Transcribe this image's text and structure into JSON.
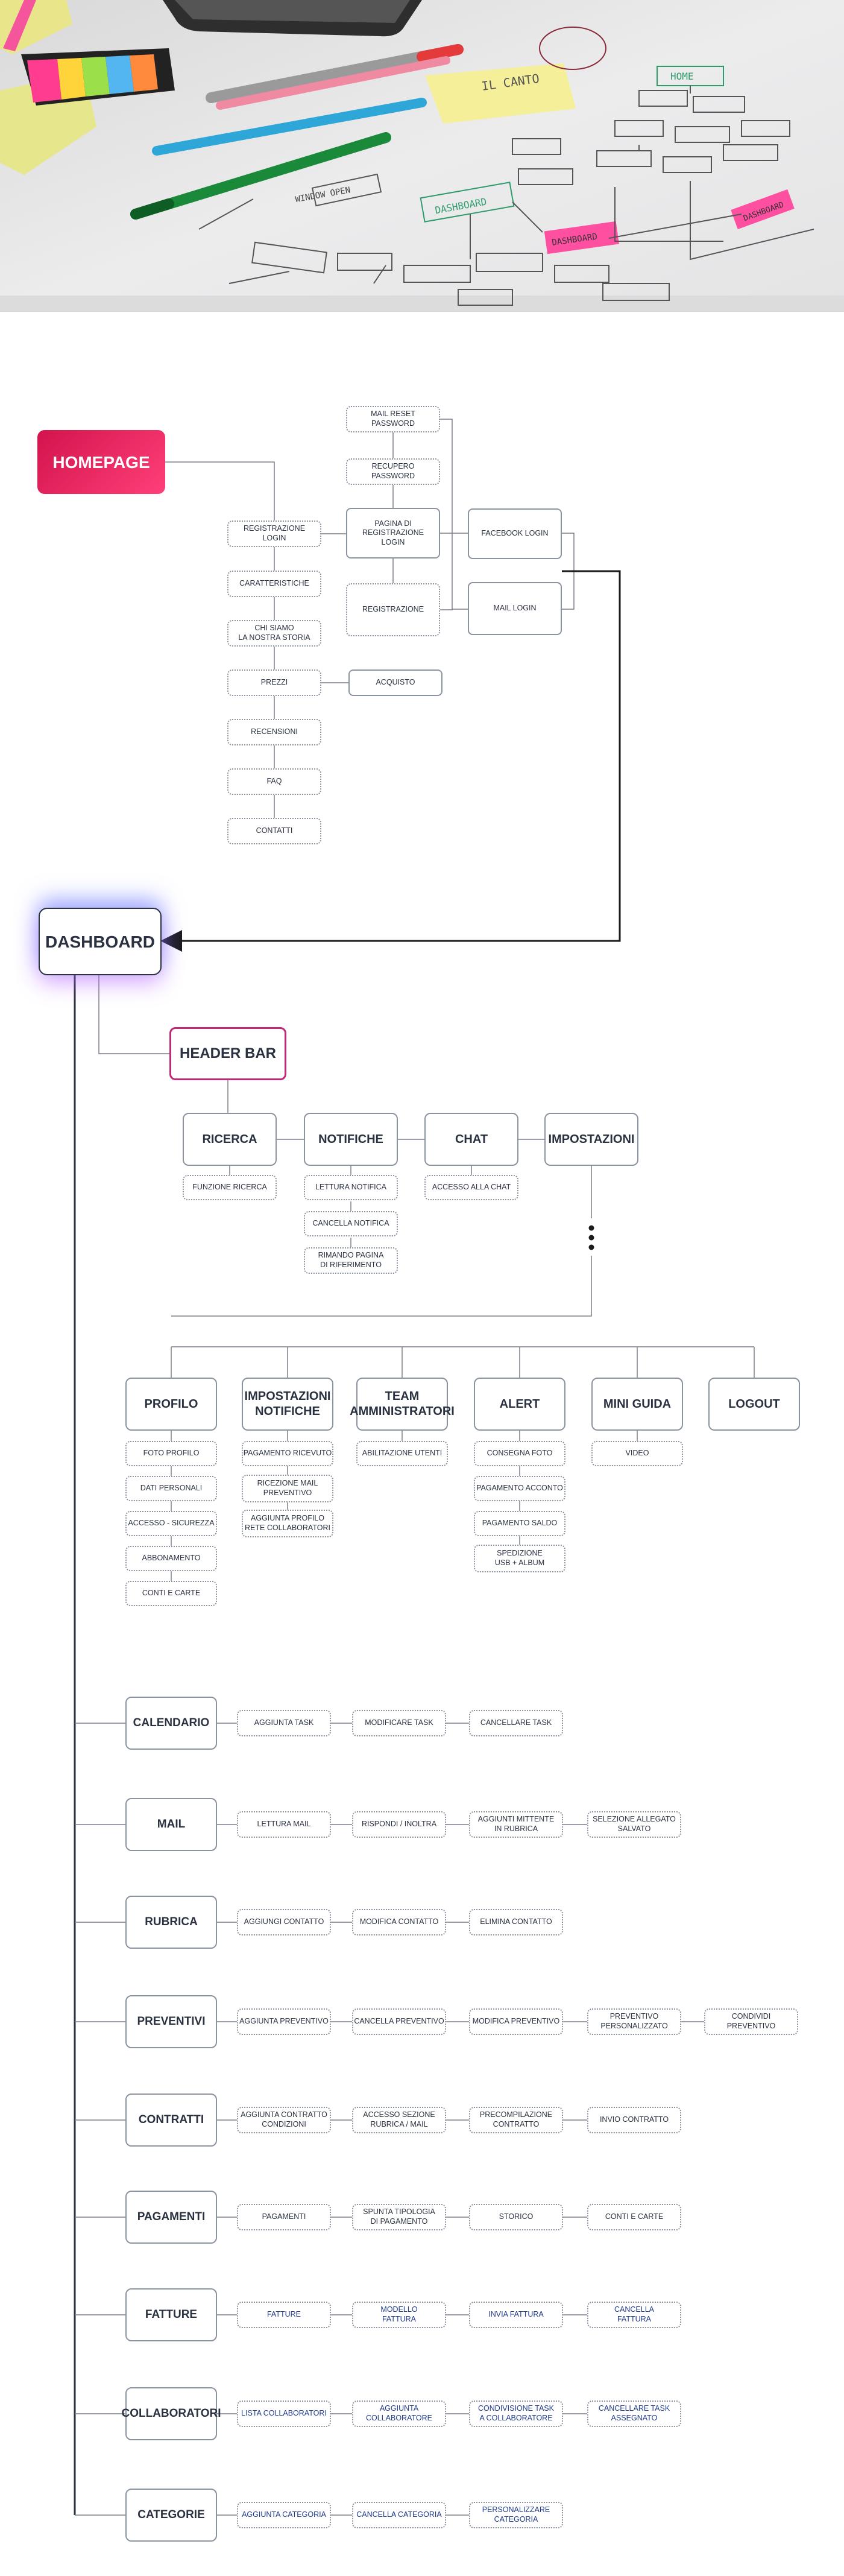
{
  "hero": {
    "sticky_note_text": "IL CANTO",
    "flowchart_labels": [
      "HOME",
      "DASHBOARD",
      "DASHBOARD",
      "WINDOW OPEN",
      "DASHBOARD"
    ],
    "colors": {
      "paper": "#ebebec",
      "pink_note": "#ff4fa0",
      "yellow_note": "#f5ef9a",
      "green_ink": "#2f9b6c"
    }
  },
  "homepage": {
    "title": "HOMEPAGE",
    "left_column": [
      "REGISTRAZIONE\nLOGIN",
      "CARATTERISTICHE",
      "CHI SIAMO\nLA NOSTRA STORIA",
      "PREZZI",
      "RECENSIONI",
      "FAQ",
      "CONTATTI"
    ],
    "login_column": [
      "MAIL RESET\nPASSWORD",
      "RECUPERO\nPASSWORD",
      "PAGINA DI\nREGISTRAZIONE\nLOGIN",
      "REGISTRAZIONE"
    ],
    "prezzi_child": "ACQUISTO",
    "auth_options": [
      "FACEBOOK LOGIN",
      "MAIL LOGIN"
    ]
  },
  "dashboard": {
    "title": "DASHBOARD",
    "header_bar": "HEADER BAR",
    "header_items": [
      {
        "label": "RICERCA",
        "children": [
          "FUNZIONE RICERCA"
        ]
      },
      {
        "label": "NOTIFICHE",
        "children": [
          "LETTURA NOTIFICA",
          "CANCELLA NOTIFICA",
          "RIMANDO PAGINA\nDI RIFERIMENTO"
        ]
      },
      {
        "label": "CHAT",
        "children": [
          "ACCESSO ALLA CHAT"
        ]
      },
      {
        "label": "IMPOSTAZIONI",
        "children": []
      }
    ],
    "settings_items": [
      {
        "label": "PROFILO",
        "children": [
          "FOTO PROFILO",
          "DATI PERSONALI",
          "ACCESSO - SICUREZZA",
          "ABBONAMENTO",
          "CONTI E CARTE"
        ]
      },
      {
        "label": "IMPOSTAZIONI\nNOTIFICHE",
        "children": [
          "PAGAMENTO RICEVUTO",
          "RICEZIONE MAIL\nPREVENTIVO",
          "AGGIUNTA PROFILO\nRETE COLLABORATORI"
        ]
      },
      {
        "label": "TEAM\nAMMINISTRATORI",
        "children": [
          "ABILITAZIONE UTENTI"
        ]
      },
      {
        "label": "ALERT",
        "children": [
          "CONSEGNA FOTO",
          "PAGAMENTO ACCONTO",
          "PAGAMENTO SALDO",
          "SPEDIZIONE\nUSB + ALBUM"
        ]
      },
      {
        "label": "MINI GUIDA",
        "children": [
          "VIDEO"
        ]
      },
      {
        "label": "LOGOUT",
        "children": []
      }
    ],
    "sections": [
      {
        "label": "CALENDARIO",
        "items": [
          "AGGIUNTA TASK",
          "MODIFICARE TASK",
          "CANCELLARE TASK"
        ]
      },
      {
        "label": "MAIL",
        "items": [
          "LETTURA MAIL",
          "RISPONDI / INOLTRA",
          "AGGIUNTI MITTENTE\nIN RUBRICA",
          "SELEZIONE ALLEGATO\nSALVATO"
        ]
      },
      {
        "label": "RUBRICA",
        "items": [
          "AGGIUNGI CONTATTO",
          "MODIFICA CONTATTO",
          "ELIMINA CONTATTO"
        ]
      },
      {
        "label": "PREVENTIVI",
        "items": [
          "AGGIUNTA PREVENTIVO",
          "CANCELLA PREVENTIVO",
          "MODIFICA PREVENTIVO",
          "PREVENTIVO\nPERSONALIZZATO",
          "CONDIVIDI\nPREVENTIVO"
        ]
      },
      {
        "label": "CONTRATTI",
        "items": [
          "AGGIUNTA CONTRATTO\nCONDIZIONI",
          "ACCESSO SEZIONE\nRUBRICA / MAIL",
          "PRECOMPILAZIONE\nCONTRATTO",
          "INVIO CONTRATTO"
        ]
      },
      {
        "label": "PAGAMENTI",
        "items": [
          "PAGAMENTI",
          "SPUNTA TIPOLOGIA\nDI PAGAMENTO",
          "STORICO",
          "CONTI E CARTE"
        ]
      },
      {
        "label": "FATTURE",
        "items": [
          "FATTURE",
          "MODELLO\nFATTURA",
          "INVIA FATTURA",
          "CANCELLA\nFATTURA"
        ]
      },
      {
        "label": "COLLABORATORI",
        "items": [
          "LISTA COLLABORATORI",
          "AGGIUNTA\nCOLLABORATORE",
          "CONDIVISIONE TASK\nA COLLABORATORE",
          "CANCELLARE TASK\nASSEGNATO"
        ]
      },
      {
        "label": "CATEGORIE",
        "items": [
          "AGGIUNTA CATEGORIA",
          "CANCELLA CATEGORIA",
          "PERSONALIZZARE\nCATEGORIA"
        ]
      }
    ]
  },
  "colors": {
    "homepage_gradient_start": "#d3134c",
    "homepage_gradient_end": "#ff3f78",
    "header_border": "#c0287a",
    "line": "#7a7f88",
    "arrow": "#1b1b1b",
    "navy_text": "#1f3a8a"
  }
}
